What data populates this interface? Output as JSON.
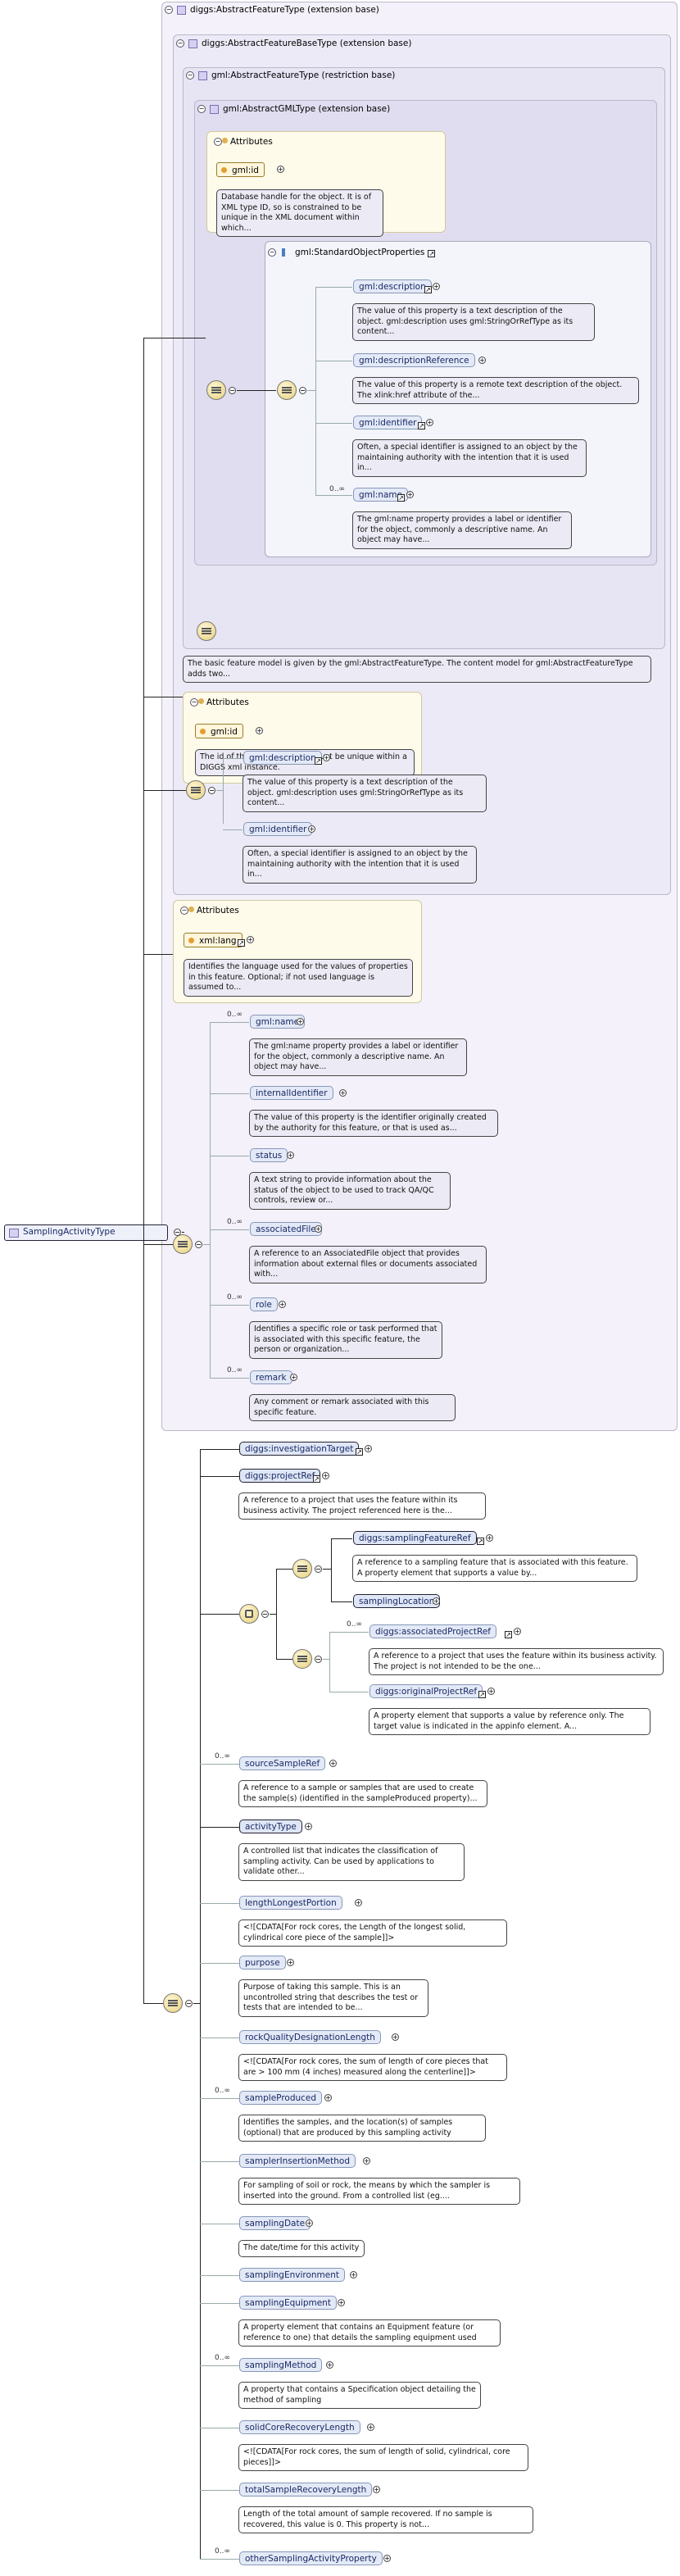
{
  "diagram": {
    "root_element": "SamplingActivityType",
    "containers": {
      "c1": "diggs:AbstractFeatureType (extension base)",
      "c2": "diggs:AbstractFeatureBaseType (extension base)",
      "c3": "gml:AbstractFeatureType (restriction base)",
      "c4": "gml:AbstractGMLType (extension base)",
      "sop": "gml:StandardObjectProperties"
    },
    "attributes_label": "Attributes",
    "gml_attr": {
      "name": "gml:id",
      "doc": "Database handle for the object. It is of XML type ID, so is constrained to be unique in the XML document within which..."
    },
    "sop_items": [
      {
        "name": "gml:description",
        "doc": "The value of this property is a text description of the object. gml:description uses gml:StringOrRefType as its content..."
      },
      {
        "name": "gml:descriptionReference",
        "doc": "The value of this property is a remote text description of the object. The xlink:href attribute of the..."
      },
      {
        "name": "gml:identifier",
        "doc": "Often, a special identifier is assigned to an object by the maintaining authority with the intention that it is used in..."
      },
      {
        "name": "gml:name",
        "card": "0..∞",
        "doc": "The gml:name property provides a label or identifier for the object, commonly a descriptive name. An object may have..."
      }
    ],
    "c3_doc": "The basic feature model is given by the gml:AbstractFeatureType. The content model for gml:AbstractFeatureType adds two...",
    "base_attr": {
      "name": "gml:id",
      "doc": "The id of this feature. The Id must be unique within a DIGGS xml instance."
    },
    "base_items": [
      {
        "name": "gml:description",
        "doc": "The value of this property is a text description of the object. gml:description uses gml:StringOrRefType as its content..."
      },
      {
        "name": "gml:identifier",
        "doc": "Often, a special identifier is assigned to an object by the maintaining authority with the intention that it is used in..."
      }
    ],
    "lang_attr": {
      "name": "xml:lang",
      "doc": "Identifies the language used for the values of properties in this feature. Optional; if not used language is assumed to..."
    },
    "feature_items": [
      {
        "name": "gml:name",
        "card": "0..∞",
        "doc": "The gml:name property provides a label or identifier for the object, commonly a descriptive name. An object may have..."
      },
      {
        "name": "internalIdentifier",
        "doc": "The value of this property is the identifier originally created by the authority for this feature, or that is used as..."
      },
      {
        "name": "status",
        "doc": "A text string to provide information about the status of the object to be used to track QA/QC controls, review or..."
      },
      {
        "name": "associatedFile",
        "card": "0..∞",
        "doc": "A reference to an AssociatedFile object that provides information about external files or documents associated with..."
      },
      {
        "name": "role",
        "card": "0..∞",
        "doc": "Identifies a specific role or task performed that is associated with this specific feature, the person or organization..."
      },
      {
        "name": "remark",
        "card": "0..∞",
        "doc": "Any comment or remark associated with this specific feature."
      }
    ],
    "main_top": [
      {
        "name": "diggs:investigationTarget"
      },
      {
        "name": "diggs:projectRef",
        "doc": "A reference to a project that uses the feature within its business activity. The project referenced here is the..."
      }
    ],
    "choice_a": [
      {
        "name": "diggs:samplingFeatureRef",
        "doc": "A reference to a sampling feature that is associated with this feature. A property element that supports a value by..."
      },
      {
        "name": "samplingLocation"
      }
    ],
    "choice_b": [
      {
        "name": "diggs:associatedProjectRef",
        "card": "0..∞",
        "doc": "A reference to a project that uses the feature within its business activity. The project is not intended to be the one..."
      },
      {
        "name": "diggs:originalProjectRef",
        "doc": "A property element that supports a value by reference only. The target value is indicated in the appinfo element. A..."
      }
    ],
    "main_items": [
      {
        "name": "sourceSampleRef",
        "card": "0..∞",
        "doc": "A reference to a sample or samples that are used to create the sample(s) (identified in the sampleProduced property)..."
      },
      {
        "name": "activityType",
        "doc": "A controlled list that indicates the classification of sampling activity. Can be used by applications to validate other..."
      },
      {
        "name": "lengthLongestPortion",
        "doc": "<![CDATA[For rock cores, the Length of the longest solid, cylindrical core piece of the sample]]>"
      },
      {
        "name": "purpose",
        "doc": "Purpose of taking this sample. This is an uncontrolled string that describes the test or tests that are intended to be..."
      },
      {
        "name": "rockQualityDesignationLength",
        "doc": "<![CDATA[For rock cores, the sum of length of core pieces that are > 100 mm (4 inches) measured along the centerline]]>"
      },
      {
        "name": "sampleProduced",
        "card": "0..∞",
        "doc": "Identifies the samples, and the location(s) of samples (optional) that are produced by this sampling activity"
      },
      {
        "name": "samplerInsertionMethod",
        "doc": "For sampling of soil or rock, the means by which the sampler is inserted into the ground. From a controlled list (eg...."
      },
      {
        "name": "samplingDate",
        "doc": "The date/time for this activity"
      },
      {
        "name": "samplingEnvironment"
      },
      {
        "name": "samplingEquipment",
        "doc": "A property element that contains an Equipment feature (or reference to one) that details the sampling equipment used"
      },
      {
        "name": "samplingMethod",
        "card": "0..∞",
        "doc": "A property that contains a Specification object detailing the method of sampling"
      },
      {
        "name": "solidCoreRecoveryLength",
        "doc": "<![CDATA[For rock cores, the sum of length of solid, cylindrical, core pieces]]>"
      },
      {
        "name": "totalSampleRecoveryLength",
        "doc": "Length of the total amount of sample recovered. If no sample is recovered, this value is 0. This property is not..."
      },
      {
        "name": "otherSamplingActivityProperty",
        "card": "0..∞"
      }
    ]
  }
}
